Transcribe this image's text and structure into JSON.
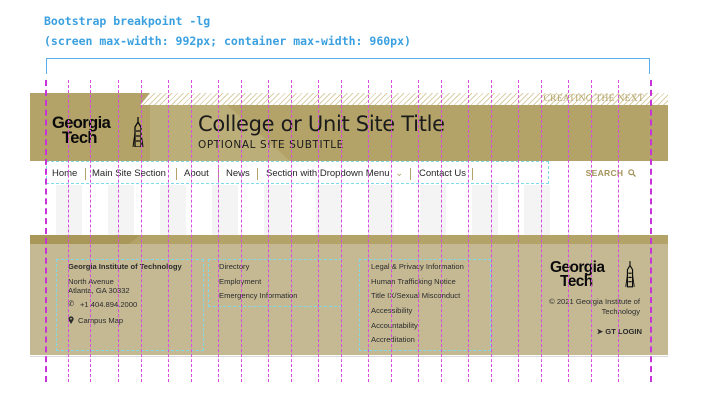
{
  "annotation": {
    "line1": "Bootstrap breakpoint -lg",
    "line2": "(screen max-width: 992px; container max-width: 960px)"
  },
  "header": {
    "tagline": "CREATING THE NEXT",
    "logo": {
      "line1": "Georgia",
      "line2": "Tech"
    },
    "site_title": "College or Unit Site Title",
    "site_subtitle": "OPTIONAL SITE SUBTITLE"
  },
  "nav": {
    "items": [
      {
        "label": "Home"
      },
      {
        "label": "Main Site Section"
      },
      {
        "label": "About"
      },
      {
        "label": "News"
      },
      {
        "label": "Section with Dropdown Menu"
      },
      {
        "label": "Contact Us"
      }
    ],
    "dropdown_indicator": "⌄",
    "search_label": "SEARCH"
  },
  "footer": {
    "org_name": "Georgia Institute of Technology",
    "address_line1": "North Avenue",
    "address_line2": "Atlanta, GA 30332",
    "phone": "+1 404.894.2000",
    "campus_map": "Campus Map",
    "links_col1": [
      "Directory",
      "Employment",
      "Emergency Information"
    ],
    "links_col2": [
      "Legal & Privacy Information",
      "Human Trafficking Notice",
      "Title IX/Sexual Misconduct",
      "Accessibility",
      "Accountability",
      "Accreditation"
    ],
    "logo": {
      "line1": "Georgia",
      "line2": "Tech"
    },
    "copyright_line1": "© 2021 Georgia Institute of",
    "copyright_line2": "Technology",
    "login_label": "GT LOGIN"
  },
  "colors": {
    "gold": "#b3a369",
    "footer_gold": "#c5b994",
    "guide_magenta": "#d84be0",
    "annotation_blue": "#3aa0e0",
    "outline_cyan": "#7fd9e8"
  },
  "icons": {
    "phone": "phone-icon",
    "map_pin": "map-pin-icon",
    "search": "search-icon",
    "login": "login-icon",
    "tower": "tech-tower-icon"
  }
}
